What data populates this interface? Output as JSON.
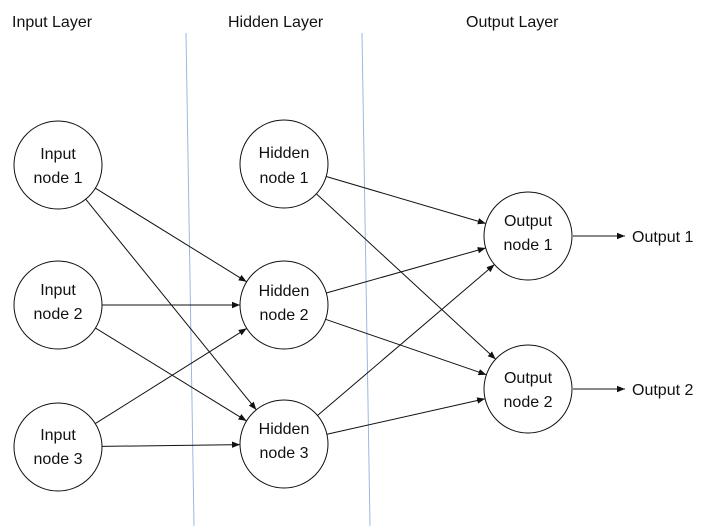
{
  "colors": {
    "divider": "#9ab8e0",
    "line": "#111111",
    "text": "#111111"
  },
  "layers": [
    {
      "title": "Input Layer"
    },
    {
      "title": "Hidden Layer"
    },
    {
      "title": "Output Layer"
    }
  ],
  "nodes": {
    "in1": {
      "line1": "Input",
      "line2": "node 1"
    },
    "in2": {
      "line1": "Input",
      "line2": "node 2"
    },
    "in3": {
      "line1": "Input",
      "line2": "node 3"
    },
    "hid1": {
      "line1": "Hidden",
      "line2": "node 1"
    },
    "hid2": {
      "line1": "Hidden",
      "line2": "node 2"
    },
    "hid3": {
      "line1": "Hidden",
      "line2": "node 3"
    },
    "out1": {
      "line1": "Output",
      "line2": "node 1"
    },
    "out2": {
      "line1": "Output",
      "line2": "node 2"
    }
  },
  "outputs": [
    {
      "label": "Output 1"
    },
    {
      "label": "Output 2"
    }
  ],
  "edges": [
    [
      "in1",
      "hid2"
    ],
    [
      "in1",
      "hid3"
    ],
    [
      "in2",
      "hid2"
    ],
    [
      "in2",
      "hid3"
    ],
    [
      "in3",
      "hid2"
    ],
    [
      "in3",
      "hid3"
    ],
    [
      "hid1",
      "out1"
    ],
    [
      "hid1",
      "out2"
    ],
    [
      "hid2",
      "out1"
    ],
    [
      "hid2",
      "out2"
    ],
    [
      "hid3",
      "out1"
    ],
    [
      "hid3",
      "out2"
    ]
  ]
}
